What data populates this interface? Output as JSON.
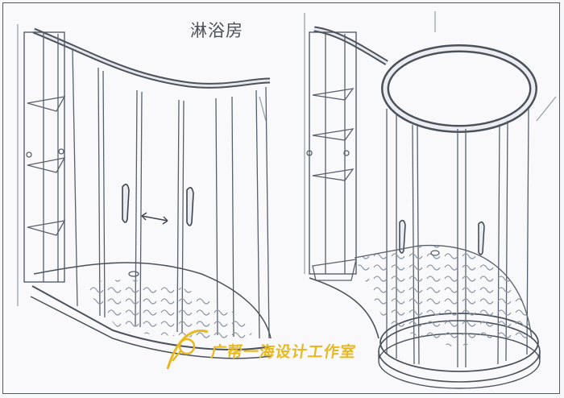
{
  "title": "淋浴房",
  "watermark": {
    "text": "广帮一海设计工作室"
  },
  "sketches": [
    {
      "name": "curved-sliding-shower-enclosure"
    },
    {
      "name": "round-shower-enclosure"
    }
  ]
}
